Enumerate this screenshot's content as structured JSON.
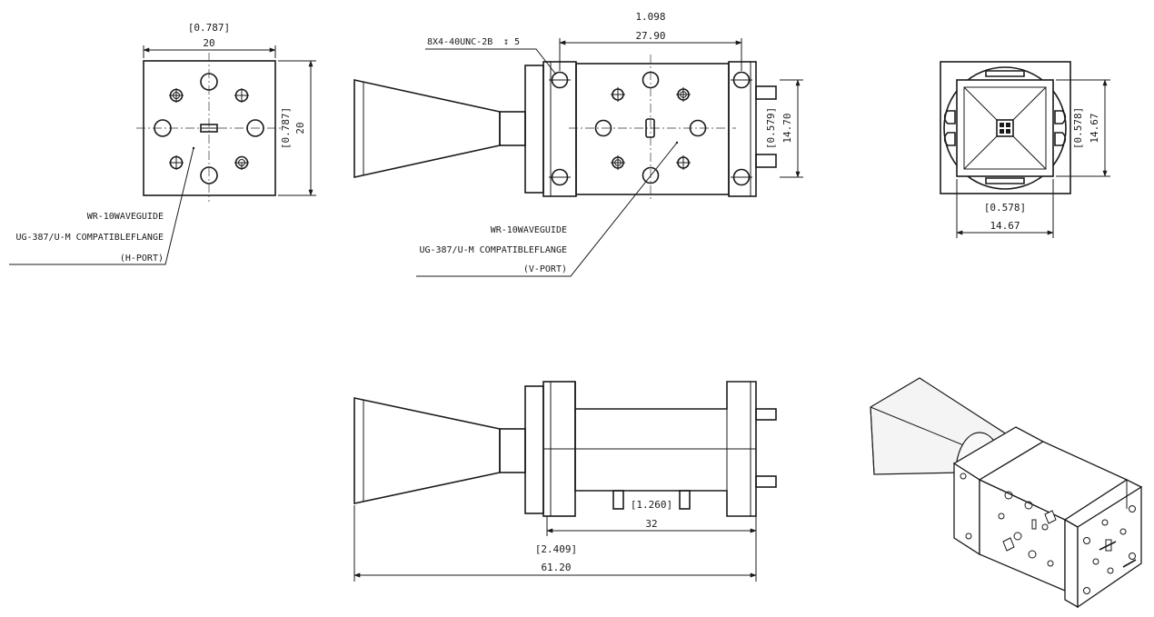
{
  "dims": {
    "hport_width_in": "[0.787]",
    "hport_width_mm": "20",
    "hport_height_in": "[0.787]",
    "hport_height_mm": "20",
    "thread_callout": "8X4-40UNC-2B",
    "thread_depth": "5",
    "body_width_in": "1.098",
    "body_width_mm": "27.90",
    "pin_spacing_in": "[0.579]",
    "pin_spacing_mm": "14.70",
    "end_height_in": "[0.578]",
    "end_height_mm": "14.67",
    "end_width_in": "[0.578]",
    "end_width_mm": "14.67",
    "side_body_in": "[1.260]",
    "side_body_mm": "32",
    "overall_in": "[2.409]",
    "overall_mm": "61.20"
  },
  "callouts": {
    "hport": {
      "line1": "WR-10WAVEGUIDE",
      "line2": "UG-387/U-M COMPATIBLEFLANGE",
      "line3": "(H-PORT)"
    },
    "vport": {
      "line1": "WR-10WAVEGUIDE",
      "line2": "UG-387/U-M COMPATIBLEFLANGE",
      "line3": "(V-PORT)"
    }
  }
}
